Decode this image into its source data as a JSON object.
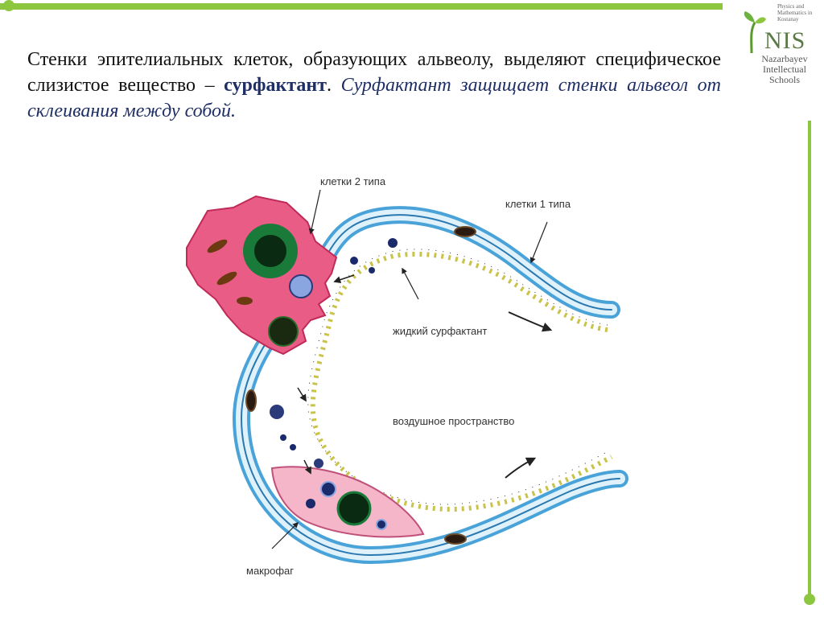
{
  "logo": {
    "subtitle": "Physics and Mathematics in Kostanay",
    "name": "NIS",
    "school": "Nazarbayev Intellectual Schools"
  },
  "text": {
    "part1": "Стенки эпителиальных клеток, образующих альвеолу, выделяют специфическое слизистое вещество – ",
    "surfactant": "сурфактант",
    "part2": ". ",
    "italic": "Сурфактант защищает стенки альвеол от склеивания между собой."
  },
  "diagram": {
    "labels": {
      "type2": "клетки 2 типа",
      "type1": "клетки 1 типа",
      "liquid": "жидкий сурфактант",
      "air": "воздушное пространство",
      "macrophage": "макрофаг"
    }
  },
  "colors": {
    "frame": "#8dc63f",
    "highlight": "#1f2f66",
    "wall": "#4aa3d8",
    "type2_cell": "#e85c86",
    "macrophage": "#f4b6c8",
    "surfactant": "#c9c34a"
  }
}
